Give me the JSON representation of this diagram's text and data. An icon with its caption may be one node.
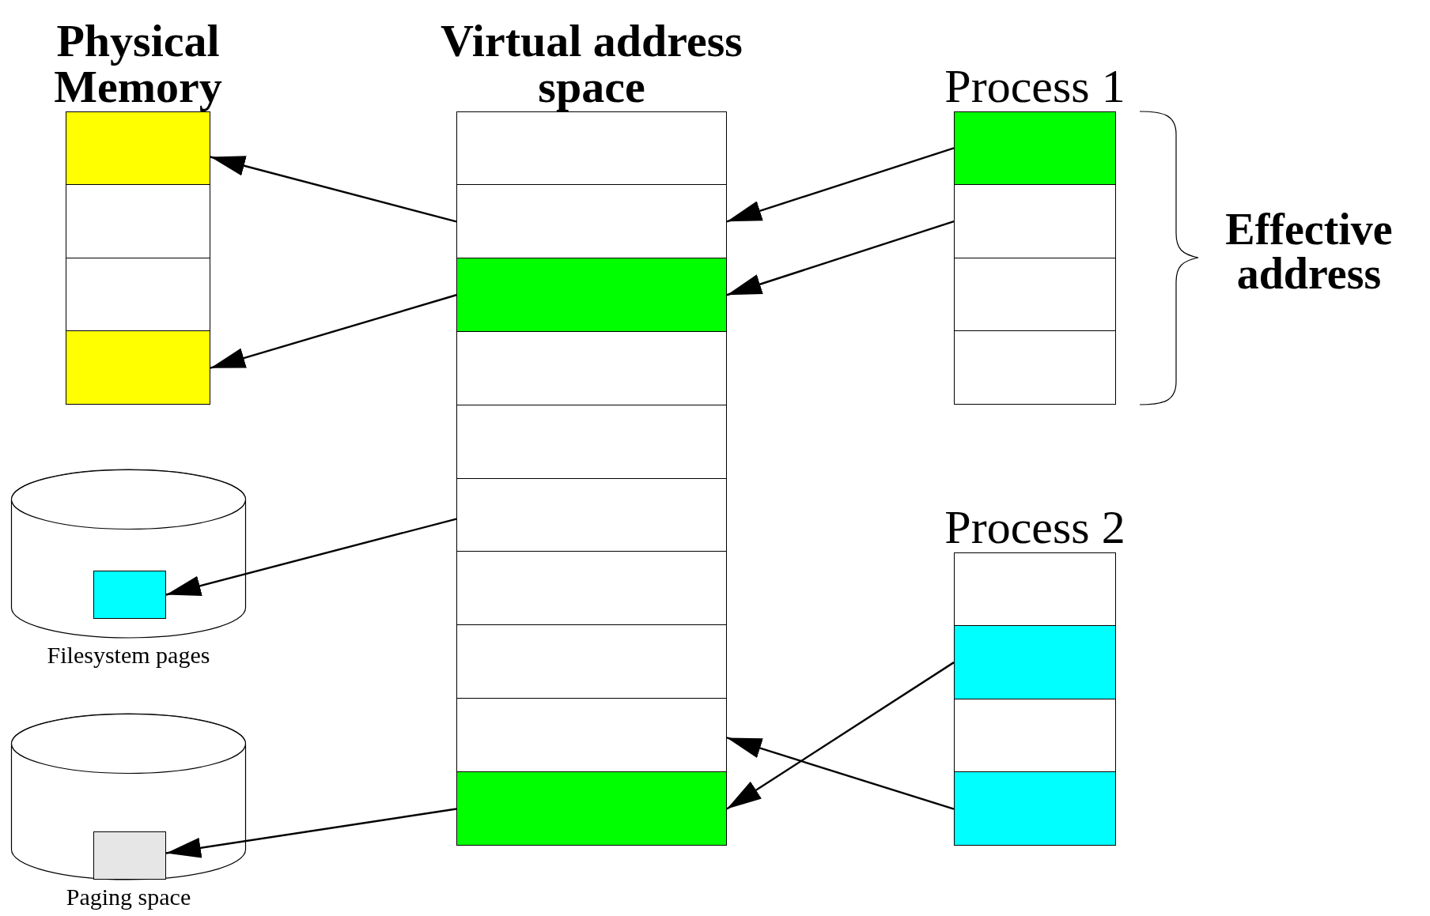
{
  "diagram": {
    "nodes": [
      {
        "text": [
          "Physical Memory"
        ]
      },
      {
        "text": [],
        "shape": "box",
        "in": 0
      },
      {
        "text": [],
        "shape": "box",
        "in": 0
      },
      {
        "text": [],
        "shape": "box",
        "in": 0
      },
      {
        "text": [],
        "shape": "box",
        "in": 0
      },
      {
        "text": [
          "Virtual address space"
        ]
      },
      {
        "text": [],
        "shape": "box",
        "in": 5
      },
      {
        "text": [],
        "shape": "box",
        "in": 5
      },
      {
        "text": [],
        "shape": "box",
        "in": 5
      },
      {
        "text": [],
        "shape": "box",
        "in": 5
      },
      {
        "text": [],
        "shape": "box",
        "in": 5
      },
      {
        "text": [],
        "shape": "box",
        "in": 5
      },
      {
        "text": [],
        "shape": "box",
        "in": 5
      },
      {
        "text": [],
        "shape": "box",
        "in": 5
      },
      {
        "text": [],
        "shape": "box",
        "in": 5
      },
      {
        "text": [],
        "shape": "box",
        "in": 5
      },
      {
        "text": [
          "Process 1"
        ]
      },
      {
        "text": [],
        "shape": "box",
        "in": 16
      },
      {
        "text": [],
        "shape": "box",
        "in": 16
      },
      {
        "text": [],
        "shape": "box",
        "in": 16
      },
      {
        "text": [],
        "shape": "box",
        "in": 16
      },
      {
        "text": [
          "Process 2"
        ]
      },
      {
        "text": [],
        "shape": "box",
        "in": 21
      },
      {
        "text": [],
        "shape": "box",
        "in": 21
      },
      {
        "text": [],
        "shape": "box",
        "in": 21
      },
      {
        "text": [],
        "shape": "box",
        "in": 21
      },
      {
        "text": [],
        "shape": "cylinder",
        "beside": [
          "Filesystem pages"
        ]
      },
      {
        "text": [],
        "shape": "box",
        "in": 26
      },
      {
        "text": [],
        "shape": "cylinder",
        "beside": [
          "Paging space"
        ]
      },
      {
        "text": [],
        "shape": "box",
        "in": 28
      }
    ],
    "edges": [
      {
        "from": 7,
        "to": 1,
        "arrow": "to"
      },
      {
        "from": 8,
        "to": 4,
        "arrow": "to"
      },
      {
        "from": 17,
        "to": 7,
        "arrow": "to"
      },
      {
        "from": 18,
        "to": 8,
        "arrow": "to"
      },
      {
        "from": 11,
        "to": 27,
        "arrow": "to"
      },
      {
        "from": 15,
        "to": 29,
        "arrow": "to"
      },
      {
        "from": 23,
        "to": 15,
        "arrow": "to"
      },
      {
        "from": 25,
        "to": 14,
        "arrow": "to"
      }
    ],
    "labels": [
      "Effective address"
    ]
  }
}
